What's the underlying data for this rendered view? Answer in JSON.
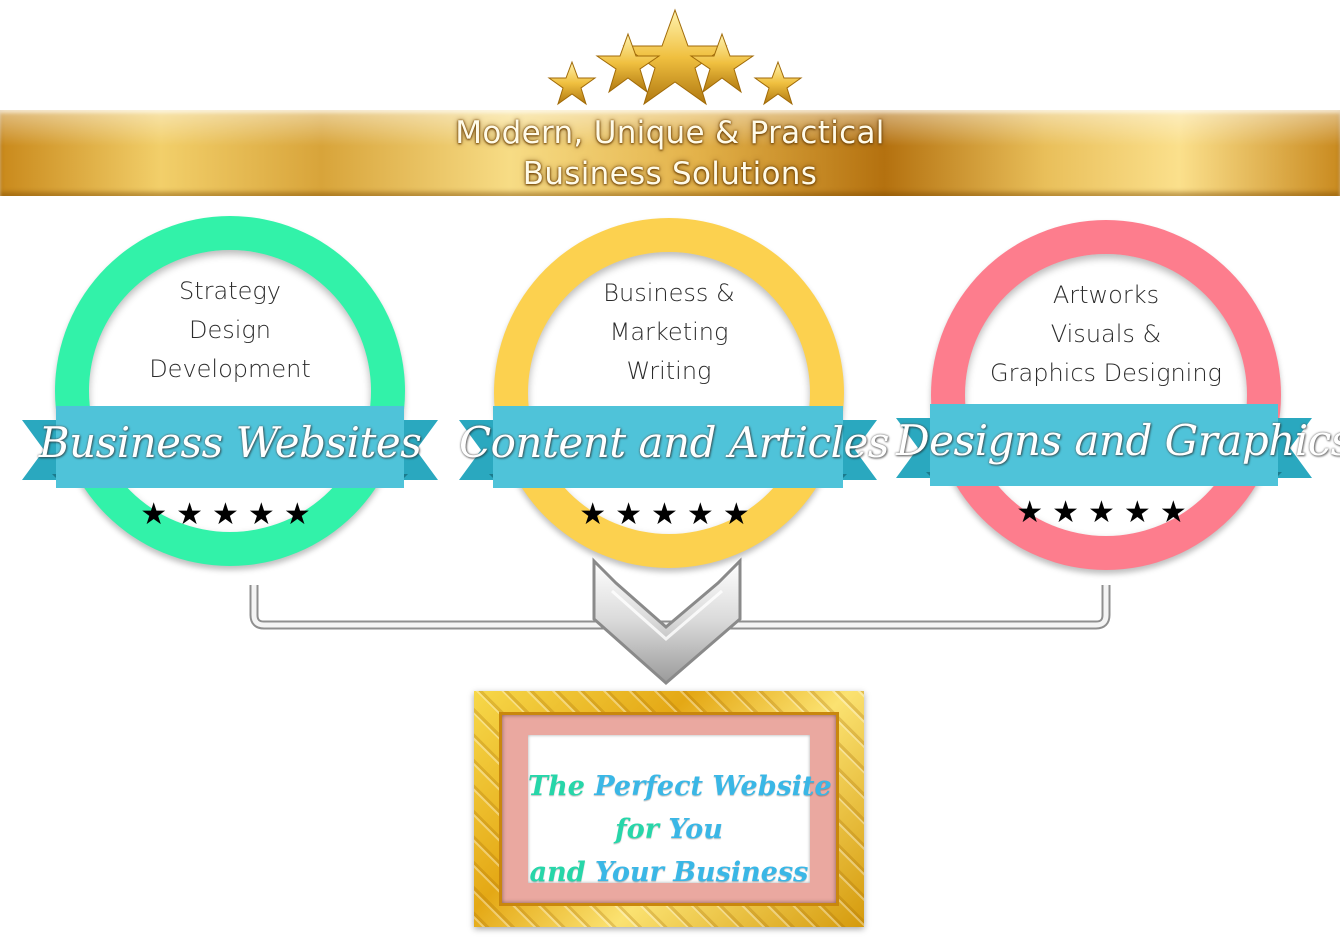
{
  "header": {
    "title_line1": "Modern, Unique & Practical",
    "title_line2": "Business Solutions"
  },
  "badges": [
    {
      "lines": [
        "Strategy",
        "Design",
        "Development"
      ],
      "ribbon": "Business Websites",
      "stars": "★★★★★",
      "rating": 5,
      "color": "#32f2a9"
    },
    {
      "lines": [
        "Business &",
        "Marketing",
        "Writing"
      ],
      "ribbon": "Content and Articles",
      "stars": "★★★★★",
      "rating": 5,
      "color": "#fcd14f"
    },
    {
      "lines": [
        "Artworks",
        "Visuals &",
        "Graphics Designing"
      ],
      "ribbon": "Designs and Graphics",
      "stars": "★★★★★",
      "rating": 5,
      "color": "#fd7d8d"
    }
  ],
  "ribbon_color": "#4fc3d9",
  "frame": {
    "line1_a": "The",
    "line1_b": "Perfect Website",
    "line2_a": "for",
    "line2_b": "You",
    "line3_a": "and",
    "line3_b": "Your Business"
  },
  "colors": {
    "gold": "#e3b24a",
    "text_teal": "#27d6a9",
    "text_blue": "#3ab7e6"
  }
}
